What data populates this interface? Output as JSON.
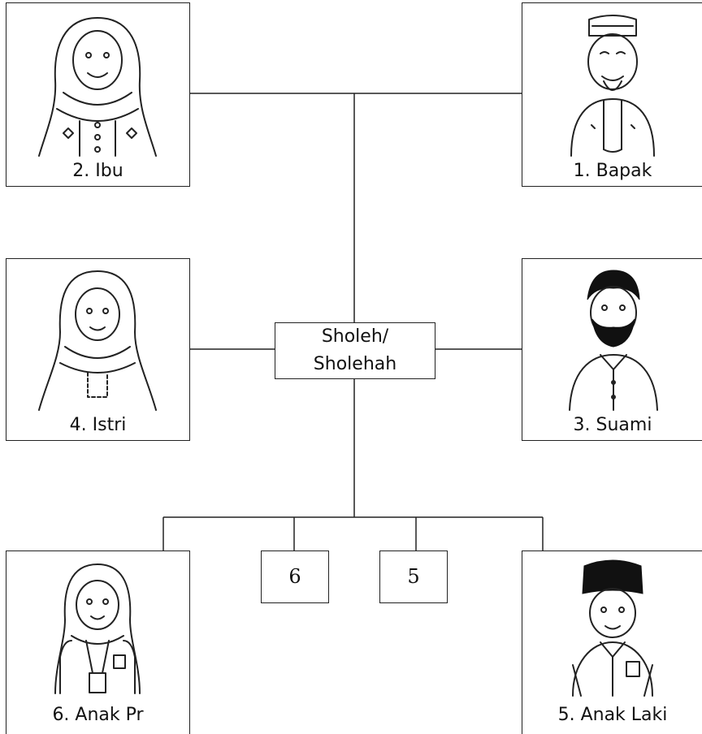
{
  "center": {
    "line1": "Sholeh/",
    "line2": "Sholehah"
  },
  "members": {
    "ibu": {
      "label": "2. Ibu"
    },
    "bapak": {
      "label": "1. Bapak"
    },
    "istri": {
      "label": "4. Istri"
    },
    "suami": {
      "label": "3. Suami"
    },
    "anak_pr": {
      "label": "6. Anak Pr"
    },
    "anak_laki": {
      "label": "5. Anak Laki"
    }
  },
  "answer_boxes": [
    "6",
    "5"
  ],
  "icons": [
    "grandmother-hijab-icon",
    "grandfather-peci-icon",
    "woman-hijab-icon",
    "bearded-man-icon",
    "girl-hijab-student-icon",
    "boy-peci-student-icon"
  ]
}
